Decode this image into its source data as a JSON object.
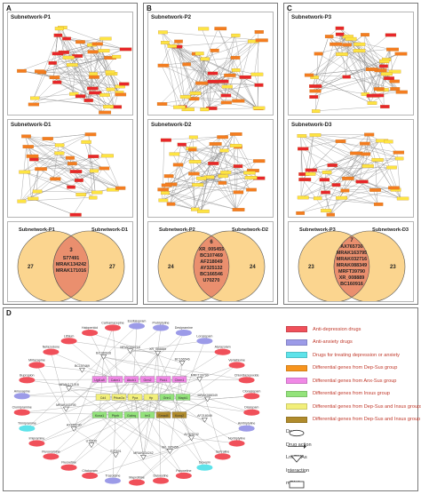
{
  "panels": {
    "A": {
      "letter": "A",
      "top_title": "Subnetwork-P1",
      "mid_title": "Subnetwork-D1",
      "venn": {
        "left": "Subnetwork-P1",
        "right": "Subnetwork-D1",
        "left_count": "27",
        "right_count": "27",
        "overlap_count": "3",
        "genes": [
          "S77491",
          "MRAK134242",
          "MRAK171016"
        ]
      }
    },
    "B": {
      "letter": "B",
      "top_title": "Subnetwork-P2",
      "mid_title": "Subnetwork-D2",
      "venn": {
        "left": "Subnetwork-P2",
        "right": "Subnetwork-D2",
        "left_count": "24",
        "right_count": "24",
        "overlap_count": "6",
        "genes": [
          "XR_005455",
          "BC107469",
          "AF218049",
          "AY325132",
          "BC166546",
          "U70270"
        ]
      }
    },
    "C": {
      "letter": "C",
      "top_title": "Subnetwork-P3",
      "mid_title": "Subnetwork-D3",
      "venn": {
        "left": "Subnetwork-P3",
        "right": "Subnetwork-D3",
        "left_count": "23",
        "right_count": "23",
        "overlap_count": "7",
        "genes": [
          "AX765730",
          "MRAK163795",
          "MRAK032716",
          "MRAK088349",
          "MRFT39790",
          "XR_008889",
          "BC160916"
        ]
      }
    },
    "D": {
      "letter": "D"
    }
  },
  "network_d": {
    "drugs": [
      "Escitalopram",
      "Protriptyline",
      "Desipramine",
      "Lorazepam",
      "Alprazolam",
      "Venlafaxine",
      "Chlordiazepoxide",
      "Clonazepam",
      "Diazepam",
      "Amitriptyline",
      "Nortriptyline",
      "Sertraline",
      "Doxepin",
      "Paroxetine",
      "Duloxetine",
      "Maprotiline",
      "Trazodone",
      "Citalopram",
      "Fluoxetine",
      "Fluvoxamine",
      "Imipramine",
      "Trimipramine",
      "Clomipramine",
      "Amoxapine",
      "Bupropion",
      "Mirtazapine",
      "Nefazodone",
      "Lithium",
      "Haloperidol",
      "Carbamazepine"
    ],
    "genes": [
      "Ugt1a9",
      "Calm1",
      "Abcb1",
      "Grm2",
      "Pick1",
      "Chrm1",
      "Cd4",
      "Prkar2a",
      "Ppa",
      "Hp",
      "Grin1",
      "Mapk1",
      "Kcna1",
      "Ptprb",
      "Gabrq",
      "Ier3",
      "Smad4",
      "Kcnq2"
    ],
    "lncrnas": [
      "AF218049",
      "AY325132",
      "XR_005455",
      "MRAK134242",
      "S77491",
      "U70270",
      "AX765730",
      "MRAK163795",
      "MRAK171016",
      "BC107469",
      "BC160916",
      "MRAK032716",
      "XR_008889",
      "BC166546",
      "MRFT39790",
      "MRAK088349"
    ]
  },
  "legend": {
    "items": [
      {
        "label": "Anti-depression drugs",
        "color": "#f0505a"
      },
      {
        "label": "Anti-anxiety drugs",
        "color": "#9c9be8"
      },
      {
        "label": "Drugs for treating depression or anxiety",
        "color": "#5ee3ea"
      },
      {
        "label": "Differential genes from Dep-Sus group",
        "color": "#f7941d"
      },
      {
        "label": "Differential genes from Anx-Sus group",
        "color": "#f089e6"
      },
      {
        "label": "Differential genes from Insus group",
        "color": "#93e37b"
      },
      {
        "label": "Differential genes from Dep-Sus and Insus groups",
        "color": "#f2ef7a"
      },
      {
        "label": "Differential genes from Dep-Sus and Insus group",
        "color": "#b08b2c"
      }
    ],
    "drugs_label": "Drugs",
    "action_label": "Drug action",
    "lnc_label": "LncRNAs",
    "interaction_label": "Interaction",
    "mrna_label": "mRNAs"
  },
  "colors": {
    "venn_left": "#fbd58f",
    "venn_right": "#fbd58f",
    "venn_overlap": "#ea8f6e",
    "node_red": "#e8262a",
    "node_orange": "#f47d20",
    "node_yellow": "#fde442",
    "edge": "#7c7c7c"
  }
}
